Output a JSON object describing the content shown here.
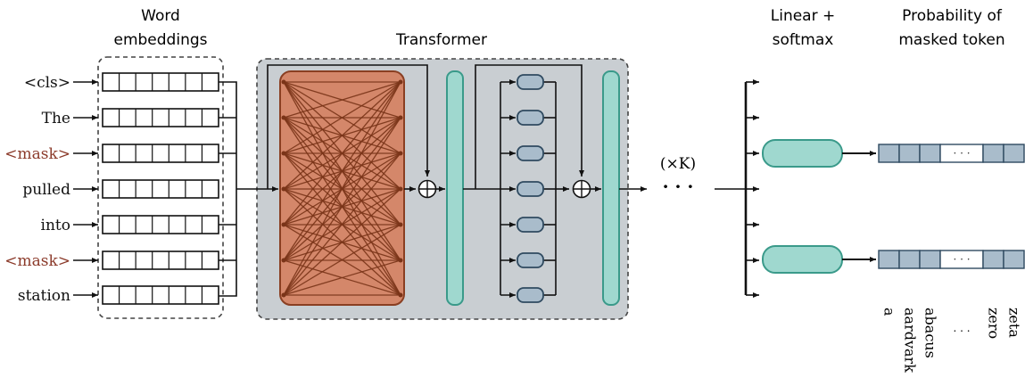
{
  "labels": {
    "word_embeddings": [
      "Word",
      "embeddings"
    ],
    "transformer": "Transformer",
    "linear_softmax": [
      "Linear +",
      "softmax"
    ],
    "probability": [
      "Probability of",
      "masked token"
    ],
    "repeat": "(×K)",
    "dots": "· · ·",
    "ellipsis": "· · ·"
  },
  "tokens": [
    {
      "text": "<cls>",
      "masked": false
    },
    {
      "text": "The",
      "masked": false
    },
    {
      "text": "<mask>",
      "masked": true
    },
    {
      "text": "pulled",
      "masked": false
    },
    {
      "text": "into",
      "masked": false
    },
    {
      "text": "<mask>",
      "masked": true
    },
    {
      "text": "station",
      "masked": false
    }
  ],
  "vocab": [
    "a",
    "aardvark",
    "abacus",
    "· · ·",
    "zero",
    "zeta"
  ],
  "colors": {
    "attention_fill": "#d4876a",
    "attention_edge": "#8a3f22",
    "transformer_bg": "#c9ced2",
    "norm_fill": "#9fd8cf",
    "norm_edge": "#3a9a8a",
    "neuron_fill": "#a9bccb",
    "neuron_edge": "#2f4a60",
    "prob_cell": "#a9bccb",
    "mask_text": "#8b3a2a"
  },
  "icons": [
    "plus-circle-icon",
    "arrow-icon"
  ]
}
